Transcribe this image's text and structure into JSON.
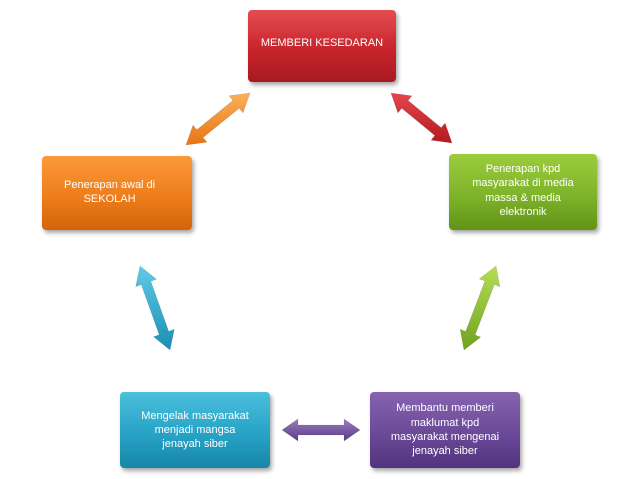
{
  "nodes": {
    "top": "MEMBERI KESEDARAN",
    "right": "Penerapan kpd\nmasyarakat di media\nmassa & media\nelektronik",
    "left": "Penerapan awal di\nSEKOLAH",
    "bottom_right": "Membantu memberi\nmaklumat kpd\nmasyarakat mengenai\njenayah siber",
    "bottom_left": "Mengelak  masyarakat\nmenjadi mangsa\njenayah siber"
  },
  "colors": {
    "top": "#c8242b",
    "right": "#7eb32a",
    "left": "#ee7d1b",
    "bottom_right": "#6a4a98",
    "bottom_left": "#27a3c6"
  }
}
